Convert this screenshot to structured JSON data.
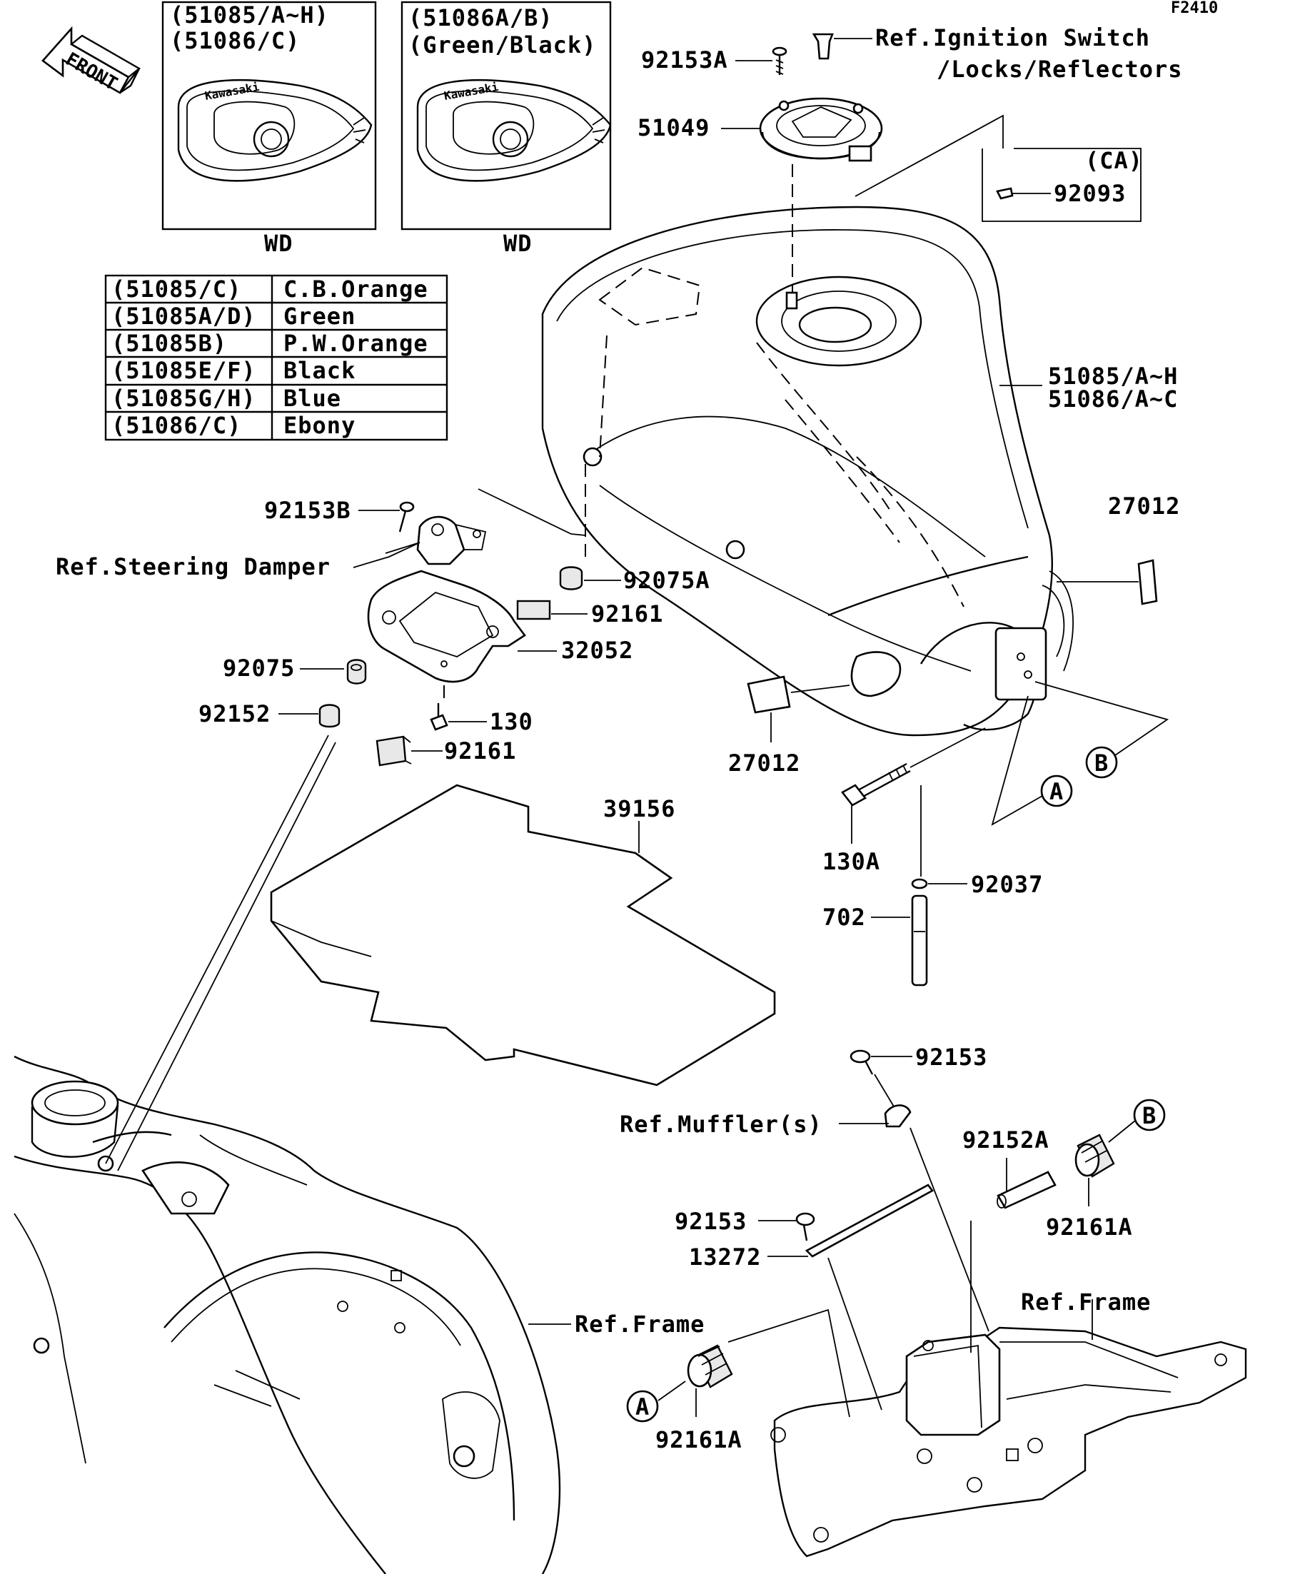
{
  "figure_code": "F2410",
  "front_label": "FRONT",
  "variant_box_1": {
    "line1": "(51085/A~H)",
    "line2": "(51086/C)",
    "caption": "WD",
    "logo_text": "Kawasaki"
  },
  "variant_box_2": {
    "line1": "(51086A/B)",
    "line2": "(Green/Black)",
    "caption": "WD",
    "logo_text": "Kawasaki"
  },
  "color_table": [
    {
      "code": "(51085/C)",
      "color": "C.B.Orange"
    },
    {
      "code": "(51085A/D)",
      "color": "Green"
    },
    {
      "code": "(51085B)",
      "color": "P.W.Orange"
    },
    {
      "code": "(51085E/F)",
      "color": "Black"
    },
    {
      "code": "(51085G/H)",
      "color": "Blue"
    },
    {
      "code": "(51086/C)",
      "color": "Ebony"
    }
  ],
  "callouts": {
    "p92153A": "92153A",
    "ref_ignition_1": "Ref.Ignition Switch",
    "ref_ignition_2": "/Locks/Reflectors",
    "p51049": "51049",
    "ca": "(CA)",
    "p92093": "92093",
    "tank_1": "51085/A~H",
    "tank_2": "51086/A~C",
    "p92153B": "92153B",
    "ref_steering": "Ref.Steering Damper",
    "p92075A": "92075A",
    "p92161_a": "92161",
    "p32052": "32052",
    "p92075": "92075",
    "p92152": "92152",
    "p130": "130",
    "p92161_b": "92161",
    "p27012_top": "27012",
    "p27012_bottom": "27012",
    "p39156": "39156",
    "p130A": "130A",
    "p92037": "92037",
    "p702": "702",
    "p92153_top": "92153",
    "ref_muffler": "Ref.Muffler(s)",
    "p92152A": "92152A",
    "p92161A_right": "92161A",
    "p92153_mid": "92153",
    "p13272": "13272",
    "ref_frame_left": "Ref.Frame",
    "ref_frame_right": "Ref.Frame",
    "p92161A_left": "92161A",
    "marker_a": "A",
    "marker_b": "B"
  }
}
